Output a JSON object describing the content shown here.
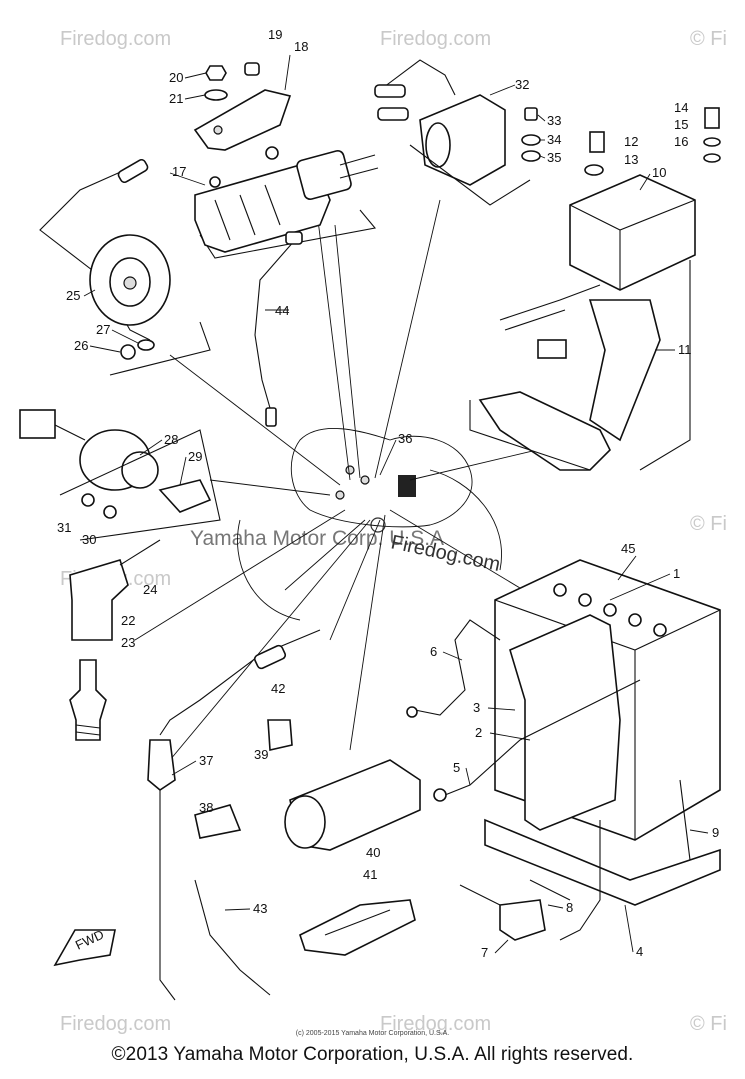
{
  "watermarks": {
    "site": "Firedog.com",
    "center_text": "Yamaha Motor Corp. U.S.A",
    "corner_mark": "© Fi"
  },
  "part_numbers": [
    "1",
    "2",
    "3",
    "4",
    "5",
    "6",
    "7",
    "8",
    "9",
    "10",
    "11",
    "12",
    "13",
    "14",
    "15",
    "16",
    "17",
    "18",
    "19",
    "20",
    "21",
    "22",
    "23",
    "24",
    "25",
    "26",
    "27",
    "28",
    "29",
    "30",
    "31",
    "32",
    "33",
    "34",
    "35",
    "36",
    "37",
    "38",
    "39",
    "40",
    "41",
    "42",
    "43",
    "44",
    "45"
  ],
  "direction_arrow_label": "FWD",
  "small_copyright": "(c) 2005-2015 Yamaha Motor Corporation, U.S.A.",
  "footer": "©2013 Yamaha Motor Corporation, U.S.A. All rights reserved."
}
